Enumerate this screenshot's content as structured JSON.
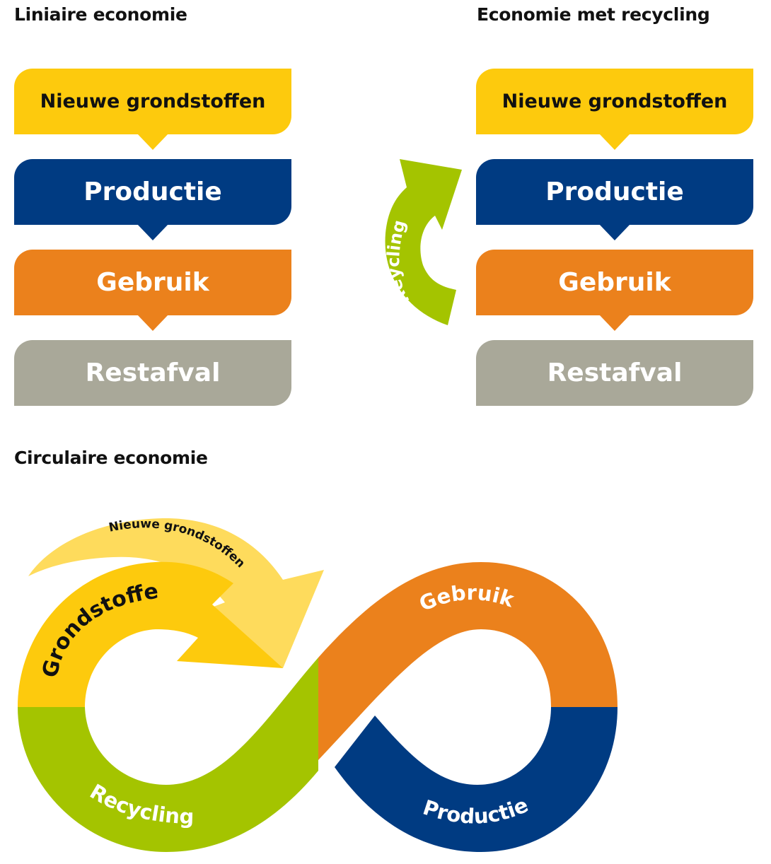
{
  "colors": {
    "yellow": "#fdca0d",
    "light_yellow": "#fedb5c",
    "blue": "#003b82",
    "orange": "#eb811c",
    "gray": "#a9a899",
    "green": "#a4c400"
  },
  "linear": {
    "title": "Liniaire economie",
    "steps": [
      {
        "label": "Nieuwe grondstoffen",
        "color": "yellow"
      },
      {
        "label": "Productie",
        "color": "blue"
      },
      {
        "label": "Gebruik",
        "color": "orange"
      },
      {
        "label": "Restafval",
        "color": "gray"
      }
    ]
  },
  "recycling": {
    "title": "Economie met recycling",
    "steps": [
      {
        "label": "Nieuwe grondstoffen",
        "color": "yellow"
      },
      {
        "label": "Productie",
        "color": "blue"
      },
      {
        "label": "Gebruik",
        "color": "orange"
      },
      {
        "label": "Restafval",
        "color": "gray"
      }
    ],
    "arrow_label": "Reycling"
  },
  "circular": {
    "title": "Circulaire economie",
    "segments": [
      {
        "label": "Grondstoffen",
        "color": "yellow"
      },
      {
        "label": "Gebruik",
        "color": "orange"
      },
      {
        "label": "Productie",
        "color": "blue"
      },
      {
        "label": "Recycling",
        "color": "green"
      }
    ],
    "input_arrow_label": "Nieuwe grondstoffen"
  }
}
